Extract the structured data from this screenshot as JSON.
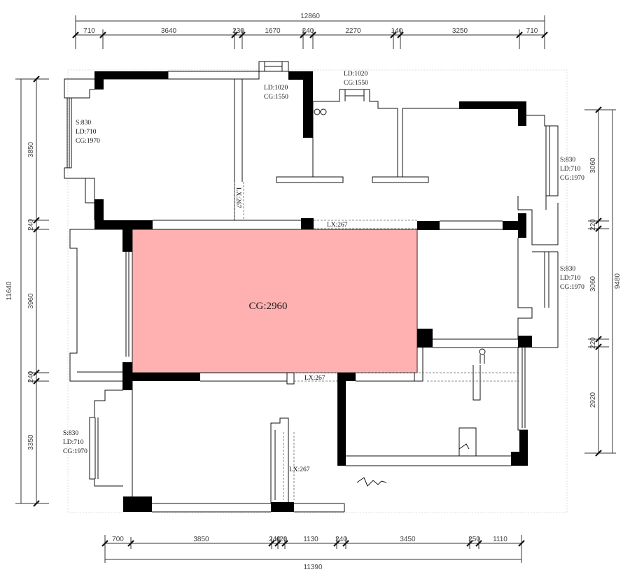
{
  "dimensions": {
    "top_total": "12860",
    "top_segments": [
      "710",
      "3640",
      "230",
      "1670",
      "240",
      "2270",
      "140",
      "3250",
      "710"
    ],
    "bottom_total": "11390",
    "bottom_segments": [
      "700",
      "3850",
      "240",
      "420",
      "1130",
      "240",
      "3450",
      "250",
      "1110"
    ],
    "left_total": "11640",
    "left_segments": [
      "3850",
      "240",
      "3960",
      "240",
      "3350"
    ],
    "right_total": "9480",
    "right_segments": [
      "3060",
      "220",
      "3060",
      "220",
      "2920"
    ]
  },
  "annotations": {
    "window_top_left": [
      "S:830",
      "LD:710",
      "CG:1970"
    ],
    "window_top_mid": [
      "LD:1020",
      "CG:1550"
    ],
    "window_top_right": [
      "LD:1020",
      "CG:1550"
    ],
    "window_right_1": [
      "S:830",
      "LD:710",
      "CG:1970"
    ],
    "window_right_2": [
      "S:830",
      "LD:710",
      "CG:1970"
    ],
    "window_bottom_left": [
      "S:830",
      "LD:710",
      "CG:1970"
    ],
    "lx_vertical": "LX:267",
    "lx_top": "LX:267",
    "lx_bottom": "LX:267",
    "lx_bottom_left": "LX:267",
    "ceiling_highlight": "CG:2960"
  },
  "colors": {
    "highlight_fill": "#ffb0b0",
    "wall": "#000000"
  }
}
